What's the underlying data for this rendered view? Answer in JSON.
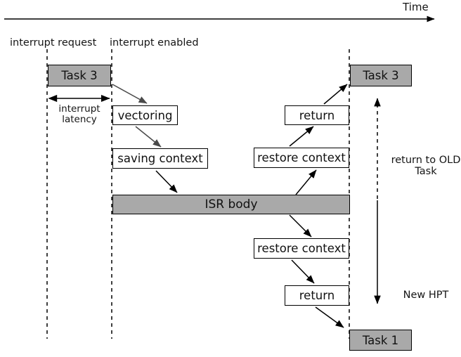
{
  "diagram": {
    "title_axis": "Time",
    "markers": {
      "interrupt_request": "interrupt request",
      "interrupt_enabled": "interrupt enabled"
    },
    "latency_label": "interrupt\nlatency",
    "tasks": {
      "task3_left": "Task 3",
      "task3_right": "Task 3",
      "task1": "Task 1"
    },
    "isr": {
      "vectoring": "vectoring",
      "saving_context": "saving context",
      "body": "ISR body",
      "restore_context_upper": "restore context",
      "return_upper": "return",
      "restore_context_lower": "restore context",
      "return_lower": "return"
    },
    "side_annotations": {
      "return_to_old_task": "return to OLD\nTask",
      "new_hpt": "New HPT"
    },
    "colors": {
      "task_fill": "#a9a9a9",
      "isr_fill": "#a9a9a9",
      "stroke": "#000000",
      "arrow_gray": "#555555",
      "text": "#151515",
      "background": "#ffffff"
    }
  }
}
